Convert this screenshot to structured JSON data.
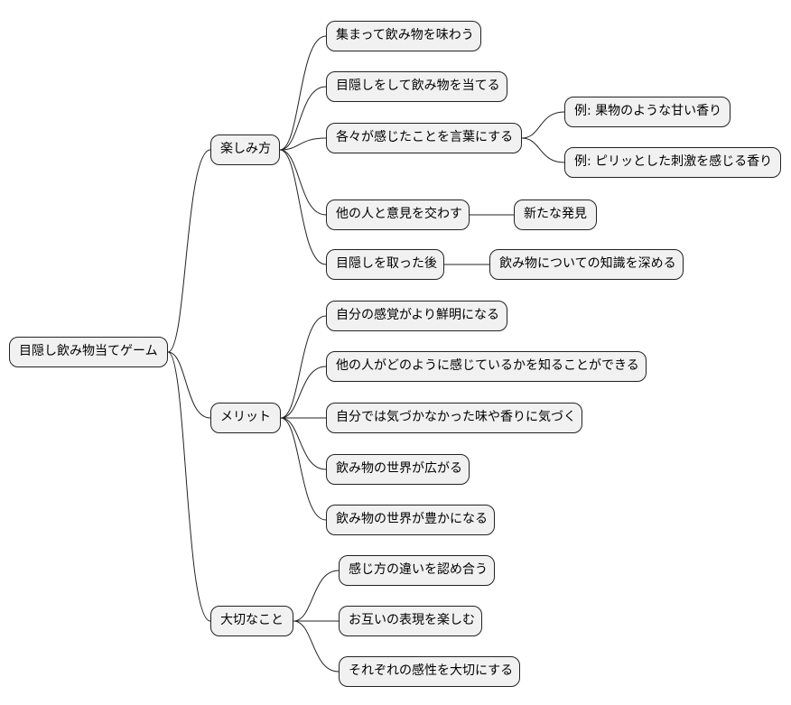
{
  "root": {
    "label": "目隠し飲み物当てゲーム"
  },
  "branches": [
    {
      "label": "楽しみ方",
      "children": [
        {
          "label": "集まって飲み物を味わう",
          "children": []
        },
        {
          "label": "目隠しをして飲み物を当てる",
          "children": []
        },
        {
          "label": "各々が感じたことを言葉にする",
          "children": [
            {
              "label": "例: 果物のような甘い香り"
            },
            {
              "label": "例: ピリッとした刺激を感じる香り"
            }
          ]
        },
        {
          "label": "他の人と意見を交わす",
          "children": [
            {
              "label": "新たな発見"
            }
          ]
        },
        {
          "label": "目隠しを取った後",
          "children": [
            {
              "label": "飲み物についての知識を深める"
            }
          ]
        }
      ]
    },
    {
      "label": "メリット",
      "children": [
        {
          "label": "自分の感覚がより鮮明になる",
          "children": []
        },
        {
          "label": "他の人がどのように感じているかを知ることができる",
          "children": []
        },
        {
          "label": "自分では気づかなかった味や香りに気づく",
          "children": []
        },
        {
          "label": "飲み物の世界が広がる",
          "children": []
        },
        {
          "label": "飲み物の世界が豊かになる",
          "children": []
        }
      ]
    },
    {
      "label": "大切なこと",
      "children": [
        {
          "label": "感じ方の違いを認め合う",
          "children": []
        },
        {
          "label": "お互いの表現を楽しむ",
          "children": []
        },
        {
          "label": "それぞれの感性を大切にする",
          "children": []
        }
      ]
    }
  ]
}
